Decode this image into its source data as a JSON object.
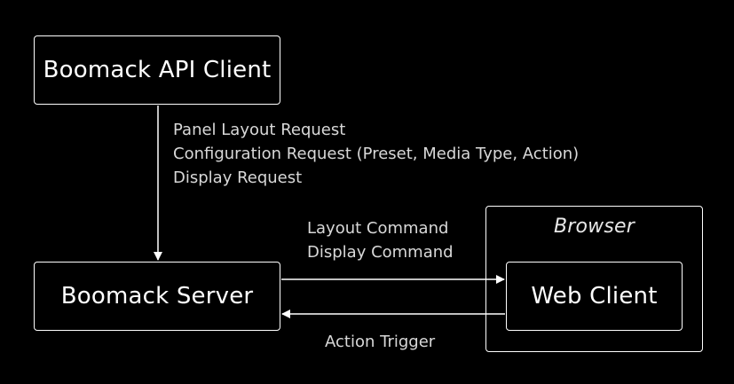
{
  "nodes": {
    "api_client": "Boomack API Client",
    "server": "Boomack Server",
    "browser": "Browser",
    "web_client": "Web Client"
  },
  "edges": {
    "requests": [
      "Panel Layout Request",
      "Configuration Request (Preset, Media Type, Action)",
      "Display Request"
    ],
    "commands": [
      "Layout Command",
      "Display Command"
    ],
    "trigger": "Action Trigger"
  }
}
